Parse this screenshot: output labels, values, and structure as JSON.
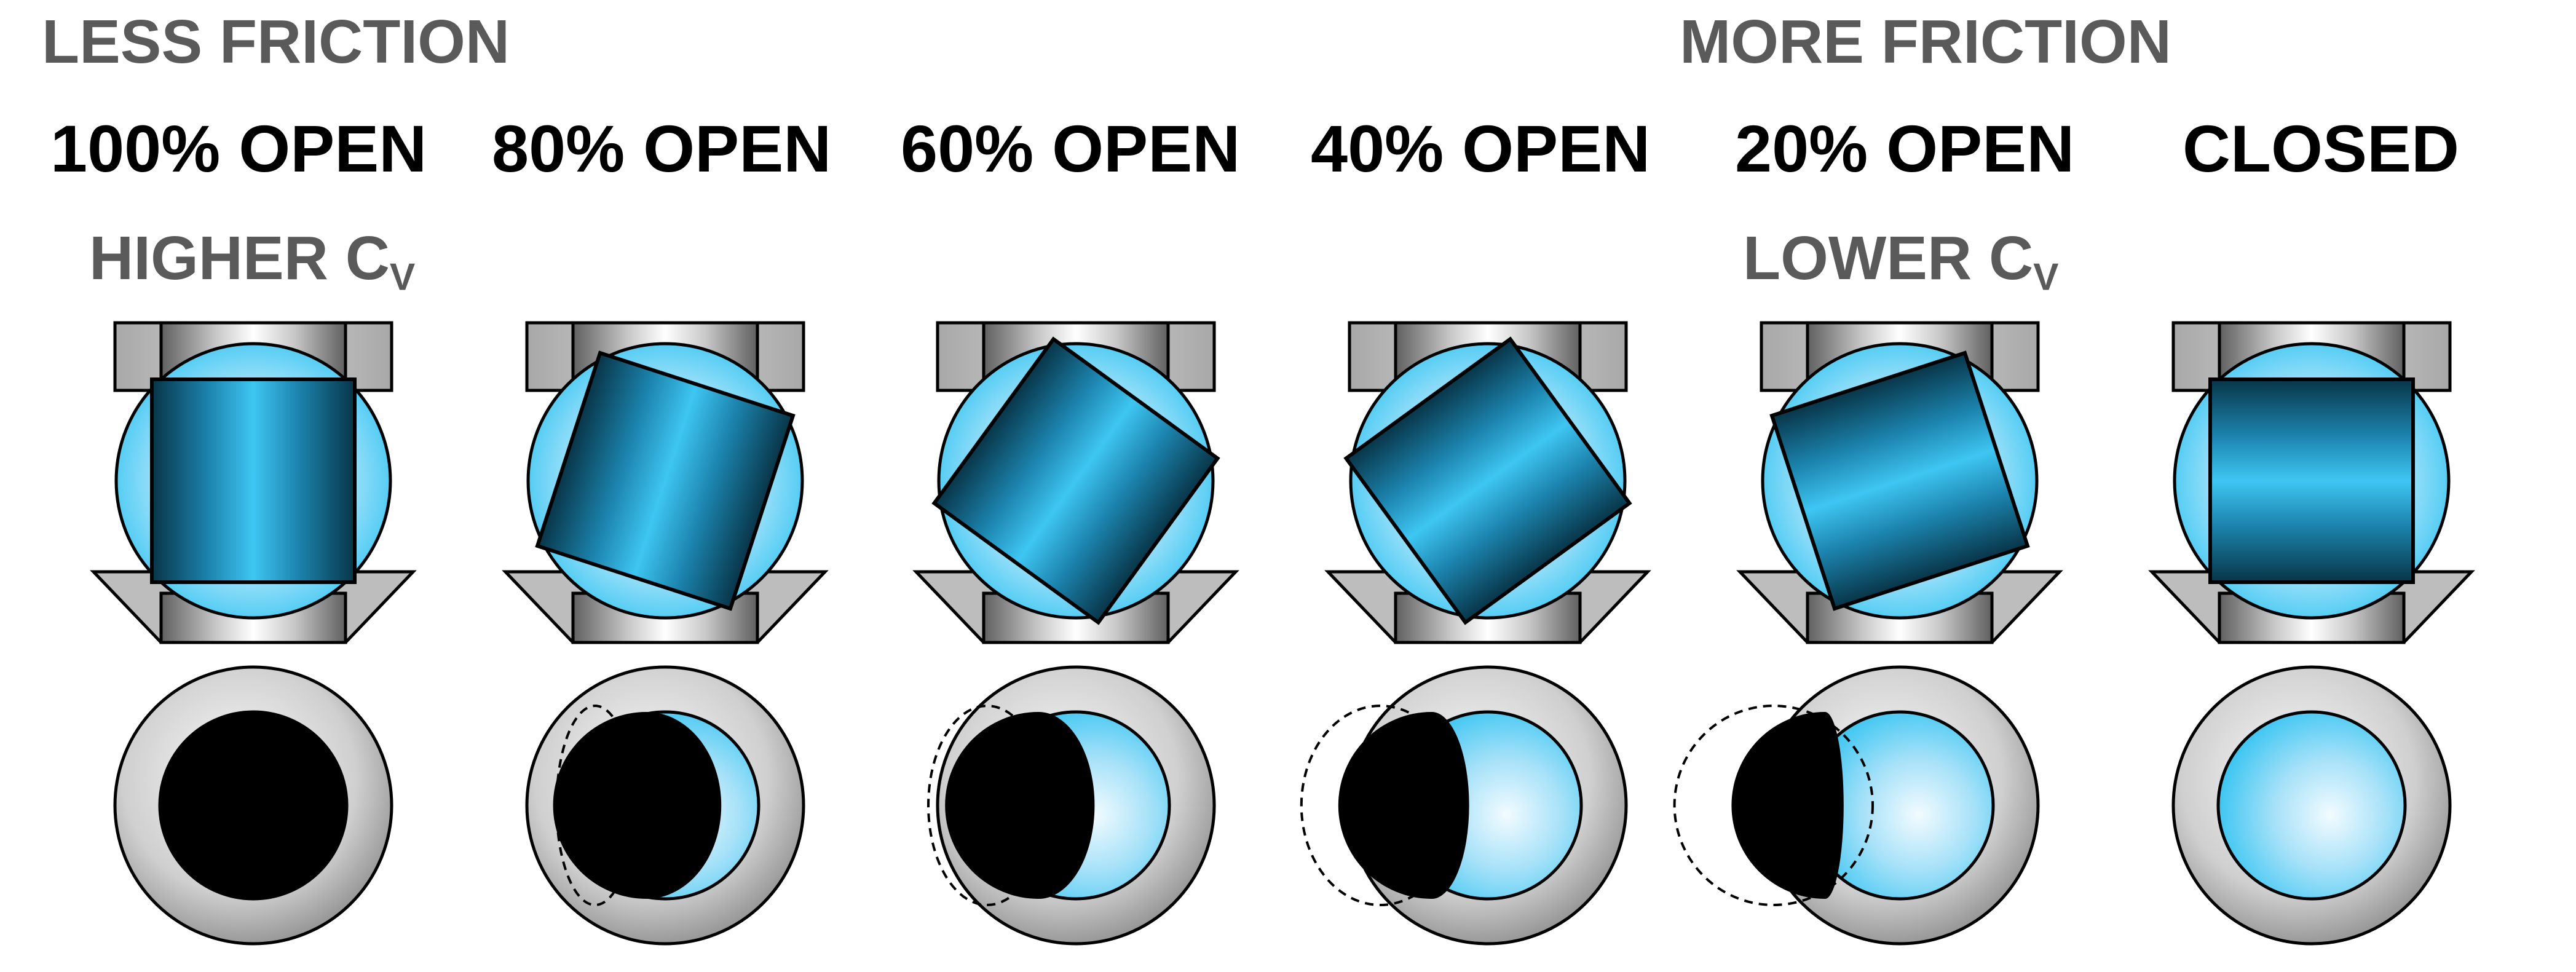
{
  "labels": {
    "less_friction": "LESS FRICTION",
    "more_friction": "MORE FRICTION",
    "higher_cv_main": "HIGHER C",
    "higher_cv_sub": "V",
    "lower_cv_main": "LOWER C",
    "lower_cv_sub": "V"
  },
  "stages": [
    {
      "label": "100% OPEN",
      "open_fraction": 1.0
    },
    {
      "label": "80% OPEN",
      "open_fraction": 0.8
    },
    {
      "label": "60% OPEN",
      "open_fraction": 0.6
    },
    {
      "label": "40% OPEN",
      "open_fraction": 0.4
    },
    {
      "label": "20% OPEN",
      "open_fraction": 0.2
    },
    {
      "label": "CLOSED",
      "open_fraction": 0.0
    }
  ],
  "colors": {
    "ball_blue": "#3ec6f2",
    "ball_light": "#e6f8ff",
    "ball_dark": "#083548",
    "steel_light": "#ffffff",
    "steel_dark": "#606060",
    "seat_grey": "#bdbdbd",
    "label_grey": "#5a5a5a",
    "label_black": "#000000"
  }
}
